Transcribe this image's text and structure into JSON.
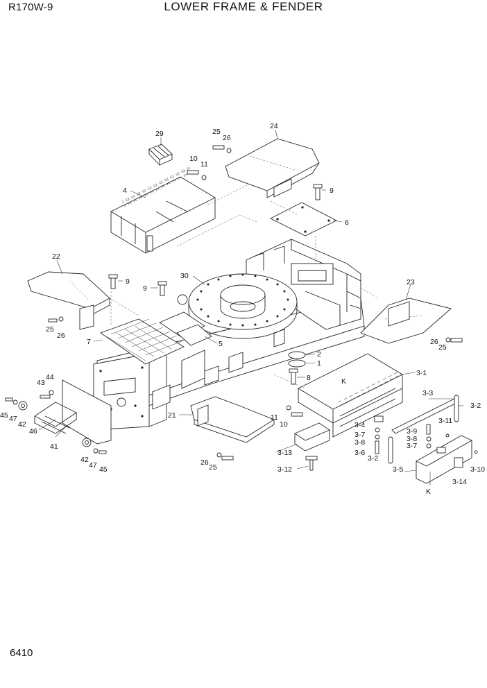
{
  "header": {
    "model": "R170W-9",
    "title": "LOWER FRAME & FENDER"
  },
  "footer": {
    "page_number": "6410"
  },
  "callouts": {
    "c29": "29",
    "c24": "24",
    "c25a": "25",
    "c26a": "26",
    "c10a": "10",
    "c11a": "11",
    "c4": "4",
    "c9a": "9",
    "c6": "6",
    "c22": "22",
    "c9b": "9",
    "c9c": "9",
    "c30": "30",
    "c23": "23",
    "c25b": "25",
    "c26b": "26",
    "c7": "7",
    "c5": "5",
    "c26c": "26",
    "c25c": "25",
    "c2": "2",
    "c1": "1",
    "c8": "8",
    "c3_1": "3-1",
    "cK1": "K",
    "c43": "43",
    "c44": "44",
    "c45a": "45",
    "c47a": "47",
    "c42a": "42",
    "c46": "46",
    "c41": "41",
    "c42b": "42",
    "c47b": "47",
    "c45b": "45",
    "c21": "21",
    "c11b": "11",
    "c10b": "10",
    "c26d": "26",
    "c25d": "25",
    "c3_3": "3-3",
    "c3_2a": "3-2",
    "c3_4": "3-4",
    "c3_7a": "3-7",
    "c3_8a": "3-8",
    "c3_6": "3-6",
    "c3_9": "3-9",
    "c3_11": "3-11",
    "c3_8b": "3-8",
    "c3_7b": "3-7",
    "c3_2b": "3-2",
    "c3_13": "3-13",
    "c3_12": "3-12",
    "c3_5": "3-5",
    "c3_10": "3-10",
    "c3_14": "3-14",
    "cK2": "K"
  }
}
